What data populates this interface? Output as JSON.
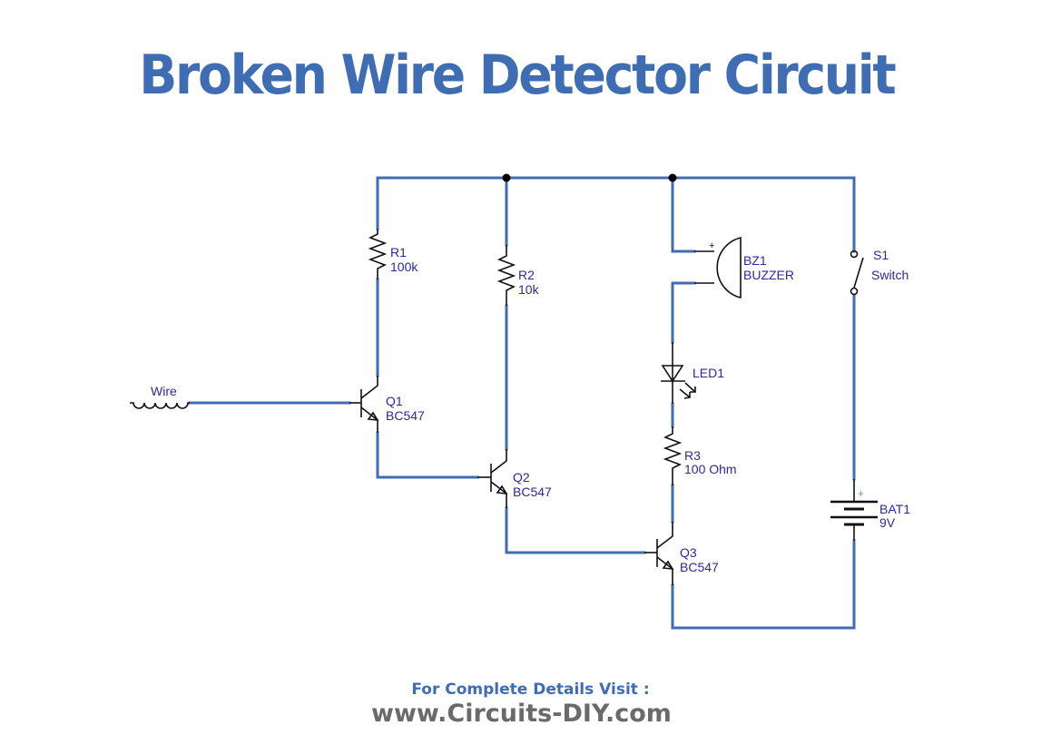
{
  "title": "Broken Wire Detector Circuit",
  "footer": {
    "line1": "For Complete Details Visit :",
    "line2": "www.Circuits-DIY.com"
  },
  "colors": {
    "title": "#3f6db4",
    "wire": "#3f6db4",
    "label": "#2a2a9a",
    "footer_url": "#6a6a6a"
  },
  "components": {
    "wire_sensor": {
      "label": "Wire"
    },
    "r1": {
      "ref": "R1",
      "value": "100k"
    },
    "r2": {
      "ref": "R2",
      "value": "10k"
    },
    "r3": {
      "ref": "R3",
      "value": "100 Ohm"
    },
    "q1": {
      "ref": "Q1",
      "value": "BC547"
    },
    "q2": {
      "ref": "Q2",
      "value": "BC547"
    },
    "q3": {
      "ref": "Q3",
      "value": "BC547"
    },
    "bz1": {
      "ref": "BZ1",
      "value": "BUZZER",
      "polarity": "+"
    },
    "led1": {
      "ref": "LED1"
    },
    "s1": {
      "ref": "S1",
      "value": "Switch"
    },
    "bat1": {
      "ref": "BAT1",
      "value": "9V",
      "polarity": "+"
    }
  }
}
